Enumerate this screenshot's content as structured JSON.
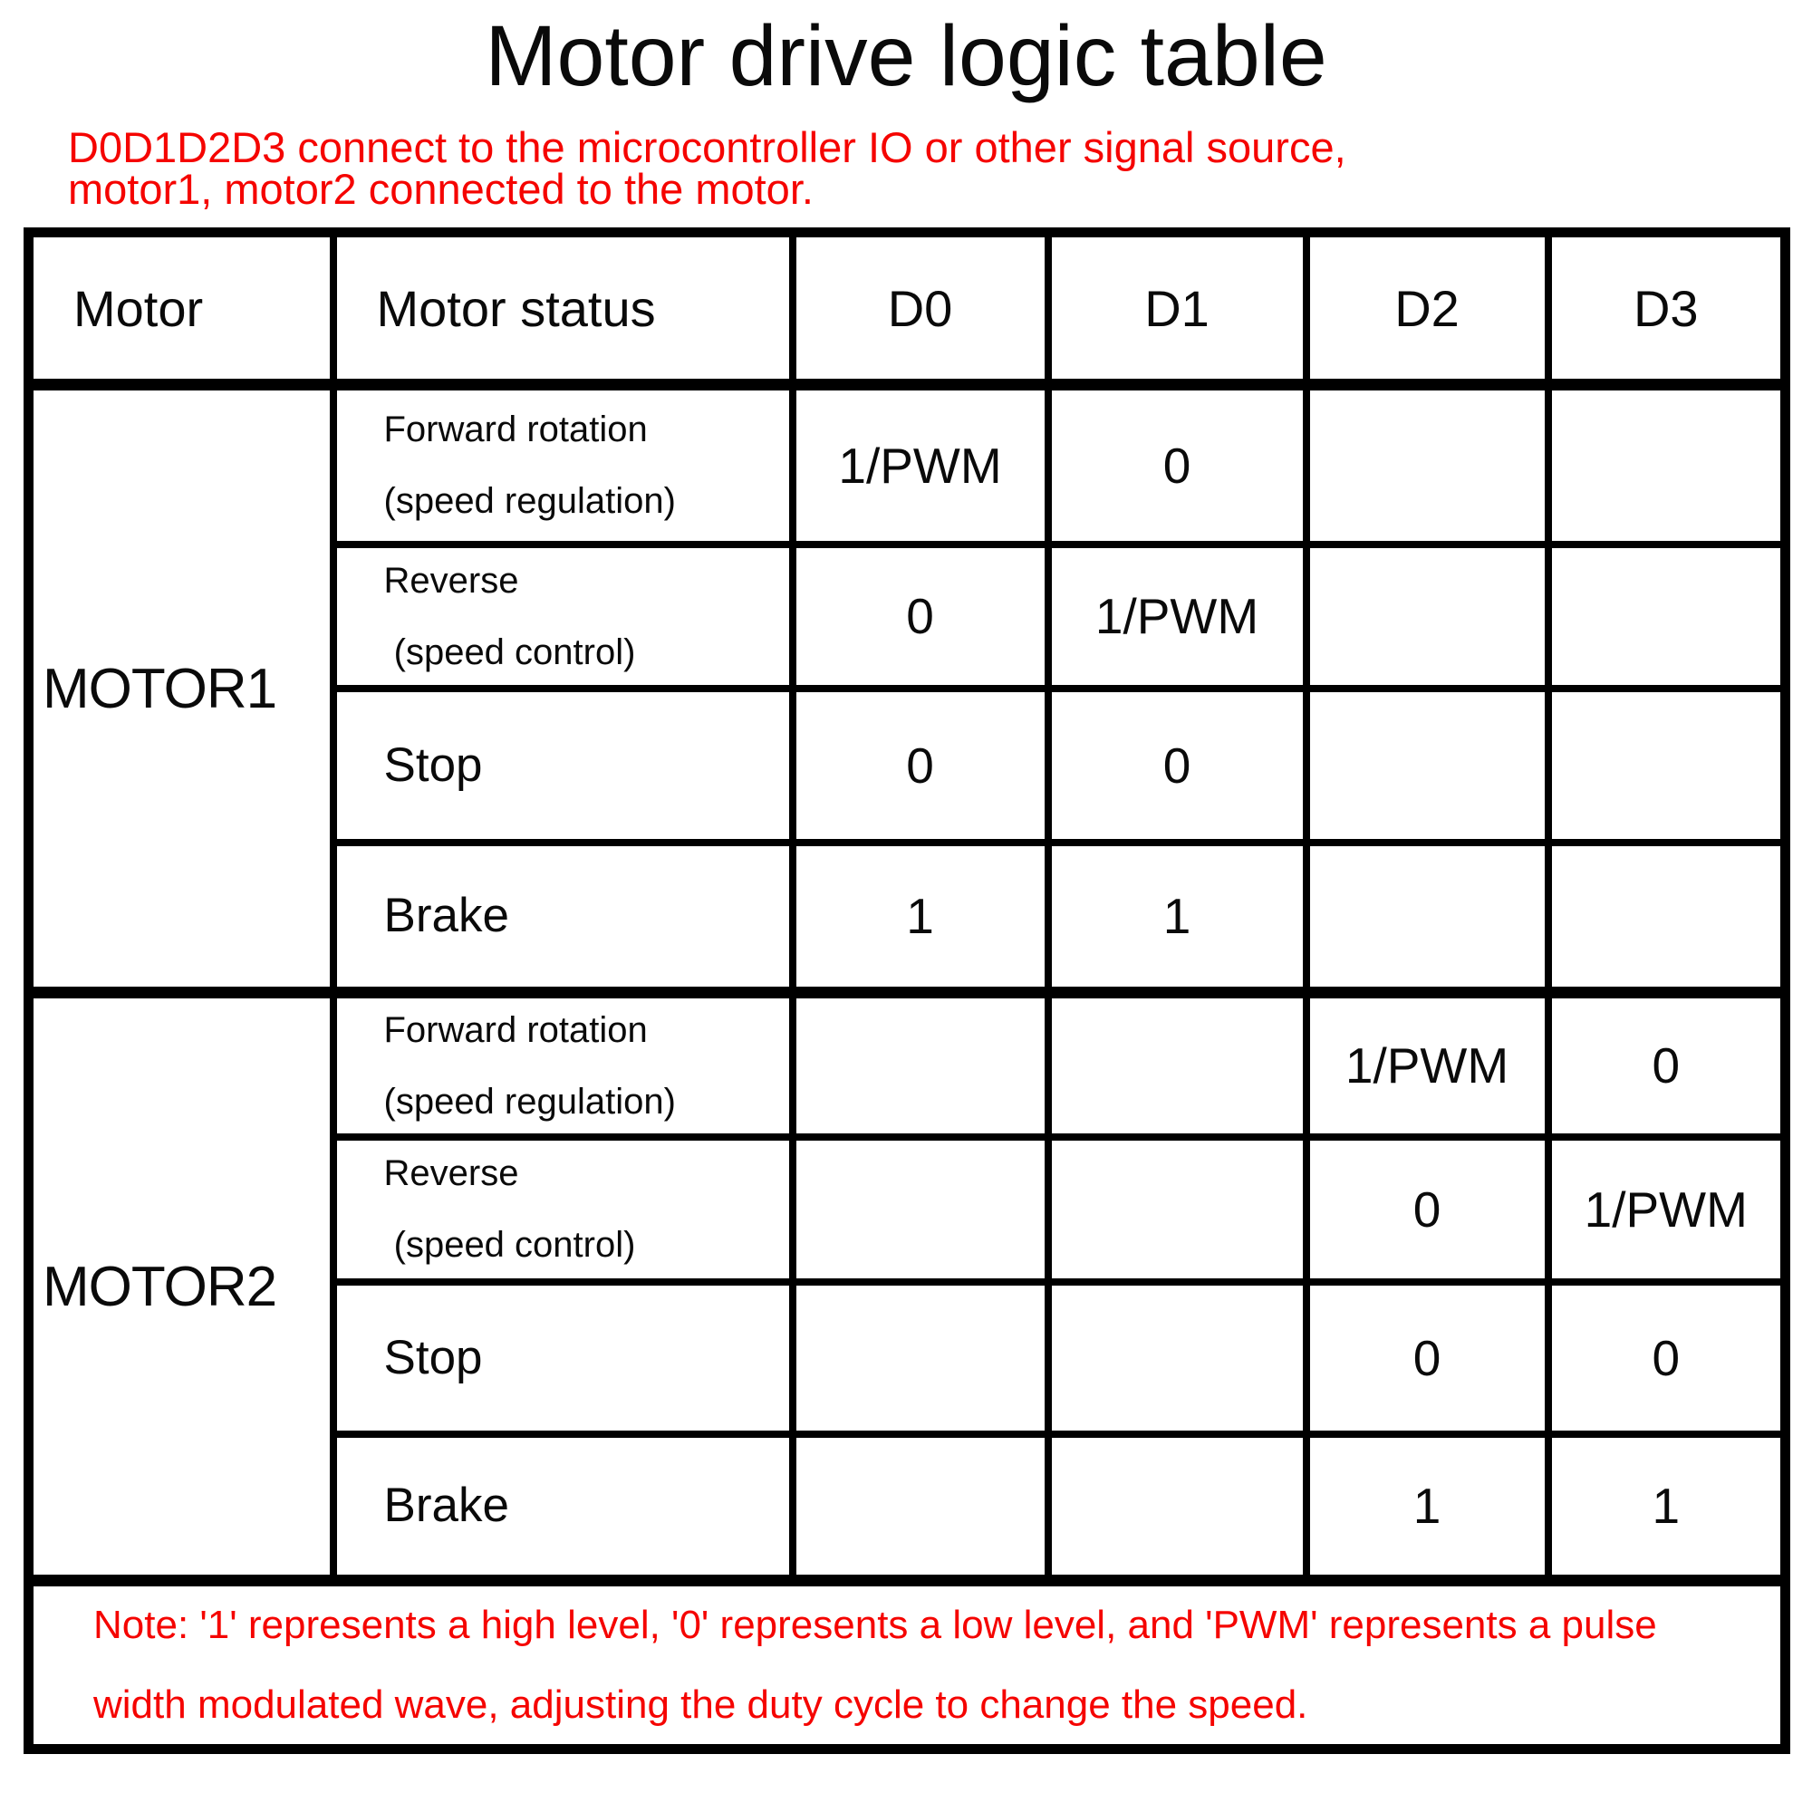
{
  "page": {
    "title": "Motor drive logic table",
    "subtitle": {
      "line1": "D0D1D2D3 connect to the microcontroller IO or other signal source,",
      "line2": "motor1, motor2 connected to the motor."
    },
    "colors": {
      "accent_red": "#F50400",
      "border_black": "#000000",
      "background": "#FFFFFF"
    }
  },
  "table": {
    "headers": {
      "motor": "Motor",
      "status": "Motor status",
      "d0": "D0",
      "d1": "D1",
      "d2": "D2",
      "d3": "D3"
    },
    "motor1": {
      "label": "MOTOR1",
      "rows": [
        {
          "status_line1": "Forward rotation",
          "status_line2": "(speed regulation)",
          "d0": "1/PWM",
          "d1": "0",
          "d2": "",
          "d3": ""
        },
        {
          "status_line1": "Reverse",
          "status_line2": " (speed control)",
          "d0": "0",
          "d1": "1/PWM",
          "d2": "",
          "d3": ""
        },
        {
          "status_line1": "Stop",
          "status_line2": "",
          "d0": "0",
          "d1": "0",
          "d2": "",
          "d3": ""
        },
        {
          "status_line1": "Brake",
          "status_line2": "",
          "d0": "1",
          "d1": "1",
          "d2": "",
          "d3": ""
        }
      ]
    },
    "motor2": {
      "label": "MOTOR2",
      "rows": [
        {
          "status_line1": "Forward rotation",
          "status_line2": "(speed regulation)",
          "d0": "",
          "d1": "",
          "d2": "1/PWM",
          "d3": "0"
        },
        {
          "status_line1": "Reverse",
          "status_line2": " (speed control)",
          "d0": "",
          "d1": "",
          "d2": "0",
          "d3": "1/PWM"
        },
        {
          "status_line1": "Stop",
          "status_line2": "",
          "d0": "",
          "d1": "",
          "d2": "0",
          "d3": "0"
        },
        {
          "status_line1": "Brake",
          "status_line2": "",
          "d0": "",
          "d1": "",
          "d2": "1",
          "d3": "1"
        }
      ]
    },
    "note": {
      "line1": "Note: '1' represents a high level, '0' represents a low level, and 'PWM' represents a pulse",
      "line2": "width modulated wave, adjusting the duty cycle to change the speed."
    }
  }
}
